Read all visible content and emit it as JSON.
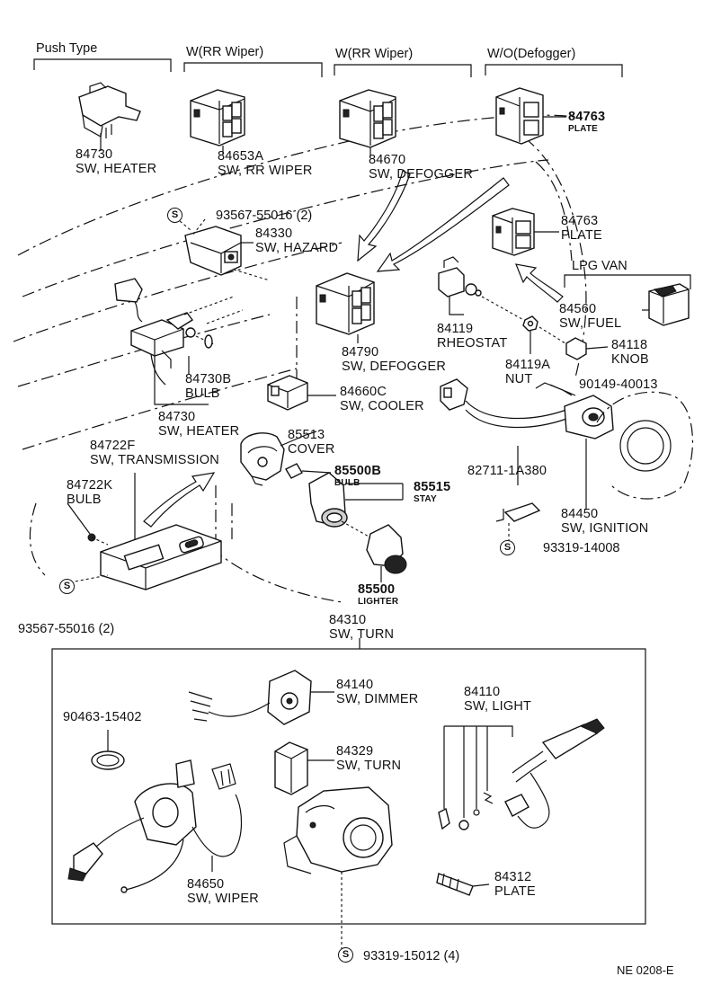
{
  "headers": [
    {
      "id": "push",
      "text": "Push Type"
    },
    {
      "id": "wrr1",
      "text": "W(RR Wiper)"
    },
    {
      "id": "wrr2",
      "text": "W(RR Wiper)"
    },
    {
      "id": "wodef",
      "text": "W/O(Defogger)"
    },
    {
      "id": "lpg",
      "text": "LPG VAN"
    }
  ],
  "parts": [
    {
      "id": "p84730a",
      "number": "84730",
      "name": "SW, HEATER"
    },
    {
      "id": "p84653a",
      "number": "84653A",
      "name": "SW, RR WIPER"
    },
    {
      "id": "p84670",
      "number": "84670",
      "name": "SW, DEFOGGER"
    },
    {
      "id": "p84763a",
      "number": "84763",
      "name": "PLATE"
    },
    {
      "id": "p84763b",
      "number": "84763",
      "name": "PLATE"
    },
    {
      "id": "p84330",
      "number": "84330",
      "name": "SW, HAZARD"
    },
    {
      "id": "p84560",
      "number": "84560",
      "name": "SW, FUEL"
    },
    {
      "id": "p84119",
      "number": "84119",
      "name": "RHEOSTAT"
    },
    {
      "id": "p84118",
      "number": "84118",
      "name": "KNOB"
    },
    {
      "id": "p84790",
      "number": "84790",
      "name": "SW, DEFOGGER"
    },
    {
      "id": "p84119a",
      "number": "84119A",
      "name": "NUT"
    },
    {
      "id": "p90149",
      "number": "90149-40013",
      "name": ""
    },
    {
      "id": "p84730b",
      "number": "84730B",
      "name": "BULB"
    },
    {
      "id": "p84660c",
      "number": "84660C",
      "name": "SW, COOLER"
    },
    {
      "id": "p84730c",
      "number": "84730",
      "name": "SW, HEATER"
    },
    {
      "id": "p85513",
      "number": "85513",
      "name": "COVER"
    },
    {
      "id": "p84722f",
      "number": "84722F",
      "name": "SW, TRANSMISSION"
    },
    {
      "id": "p85500b",
      "number": "85500B",
      "name": "BULB"
    },
    {
      "id": "p85515",
      "number": "85515",
      "name": "STAY"
    },
    {
      "id": "p82711",
      "number": "82711-1A380",
      "name": ""
    },
    {
      "id": "p84722k",
      "number": "84722K",
      "name": "BULB"
    },
    {
      "id": "p84450",
      "number": "84450",
      "name": "SW, IGNITION"
    },
    {
      "id": "p85500",
      "number": "85500",
      "name": "LIGHTER"
    },
    {
      "id": "p84310",
      "number": "84310",
      "name": "SW, TURN"
    },
    {
      "id": "p84140",
      "number": "84140",
      "name": "SW, DIMMER"
    },
    {
      "id": "p84110",
      "number": "84110",
      "name": "SW, LIGHT"
    },
    {
      "id": "p90463",
      "number": "90463-15402",
      "name": ""
    },
    {
      "id": "p84329",
      "number": "84329",
      "name": "SW, TURN"
    },
    {
      "id": "p84312",
      "number": "84312",
      "name": "PLATE"
    },
    {
      "id": "p84650",
      "number": "84650",
      "name": "SW, WIPER"
    }
  ],
  "screws": [
    {
      "id": "s1",
      "badge": "S",
      "label": "93567-55016 (2)"
    },
    {
      "id": "s2",
      "badge": "S",
      "label": "93319-14008"
    },
    {
      "id": "s3",
      "badge": "S",
      "label": "93567-55016 (2)"
    },
    {
      "id": "s4",
      "badge": "S",
      "label": "93319-15012 (4)"
    }
  ],
  "reference": "NE 0208-E"
}
